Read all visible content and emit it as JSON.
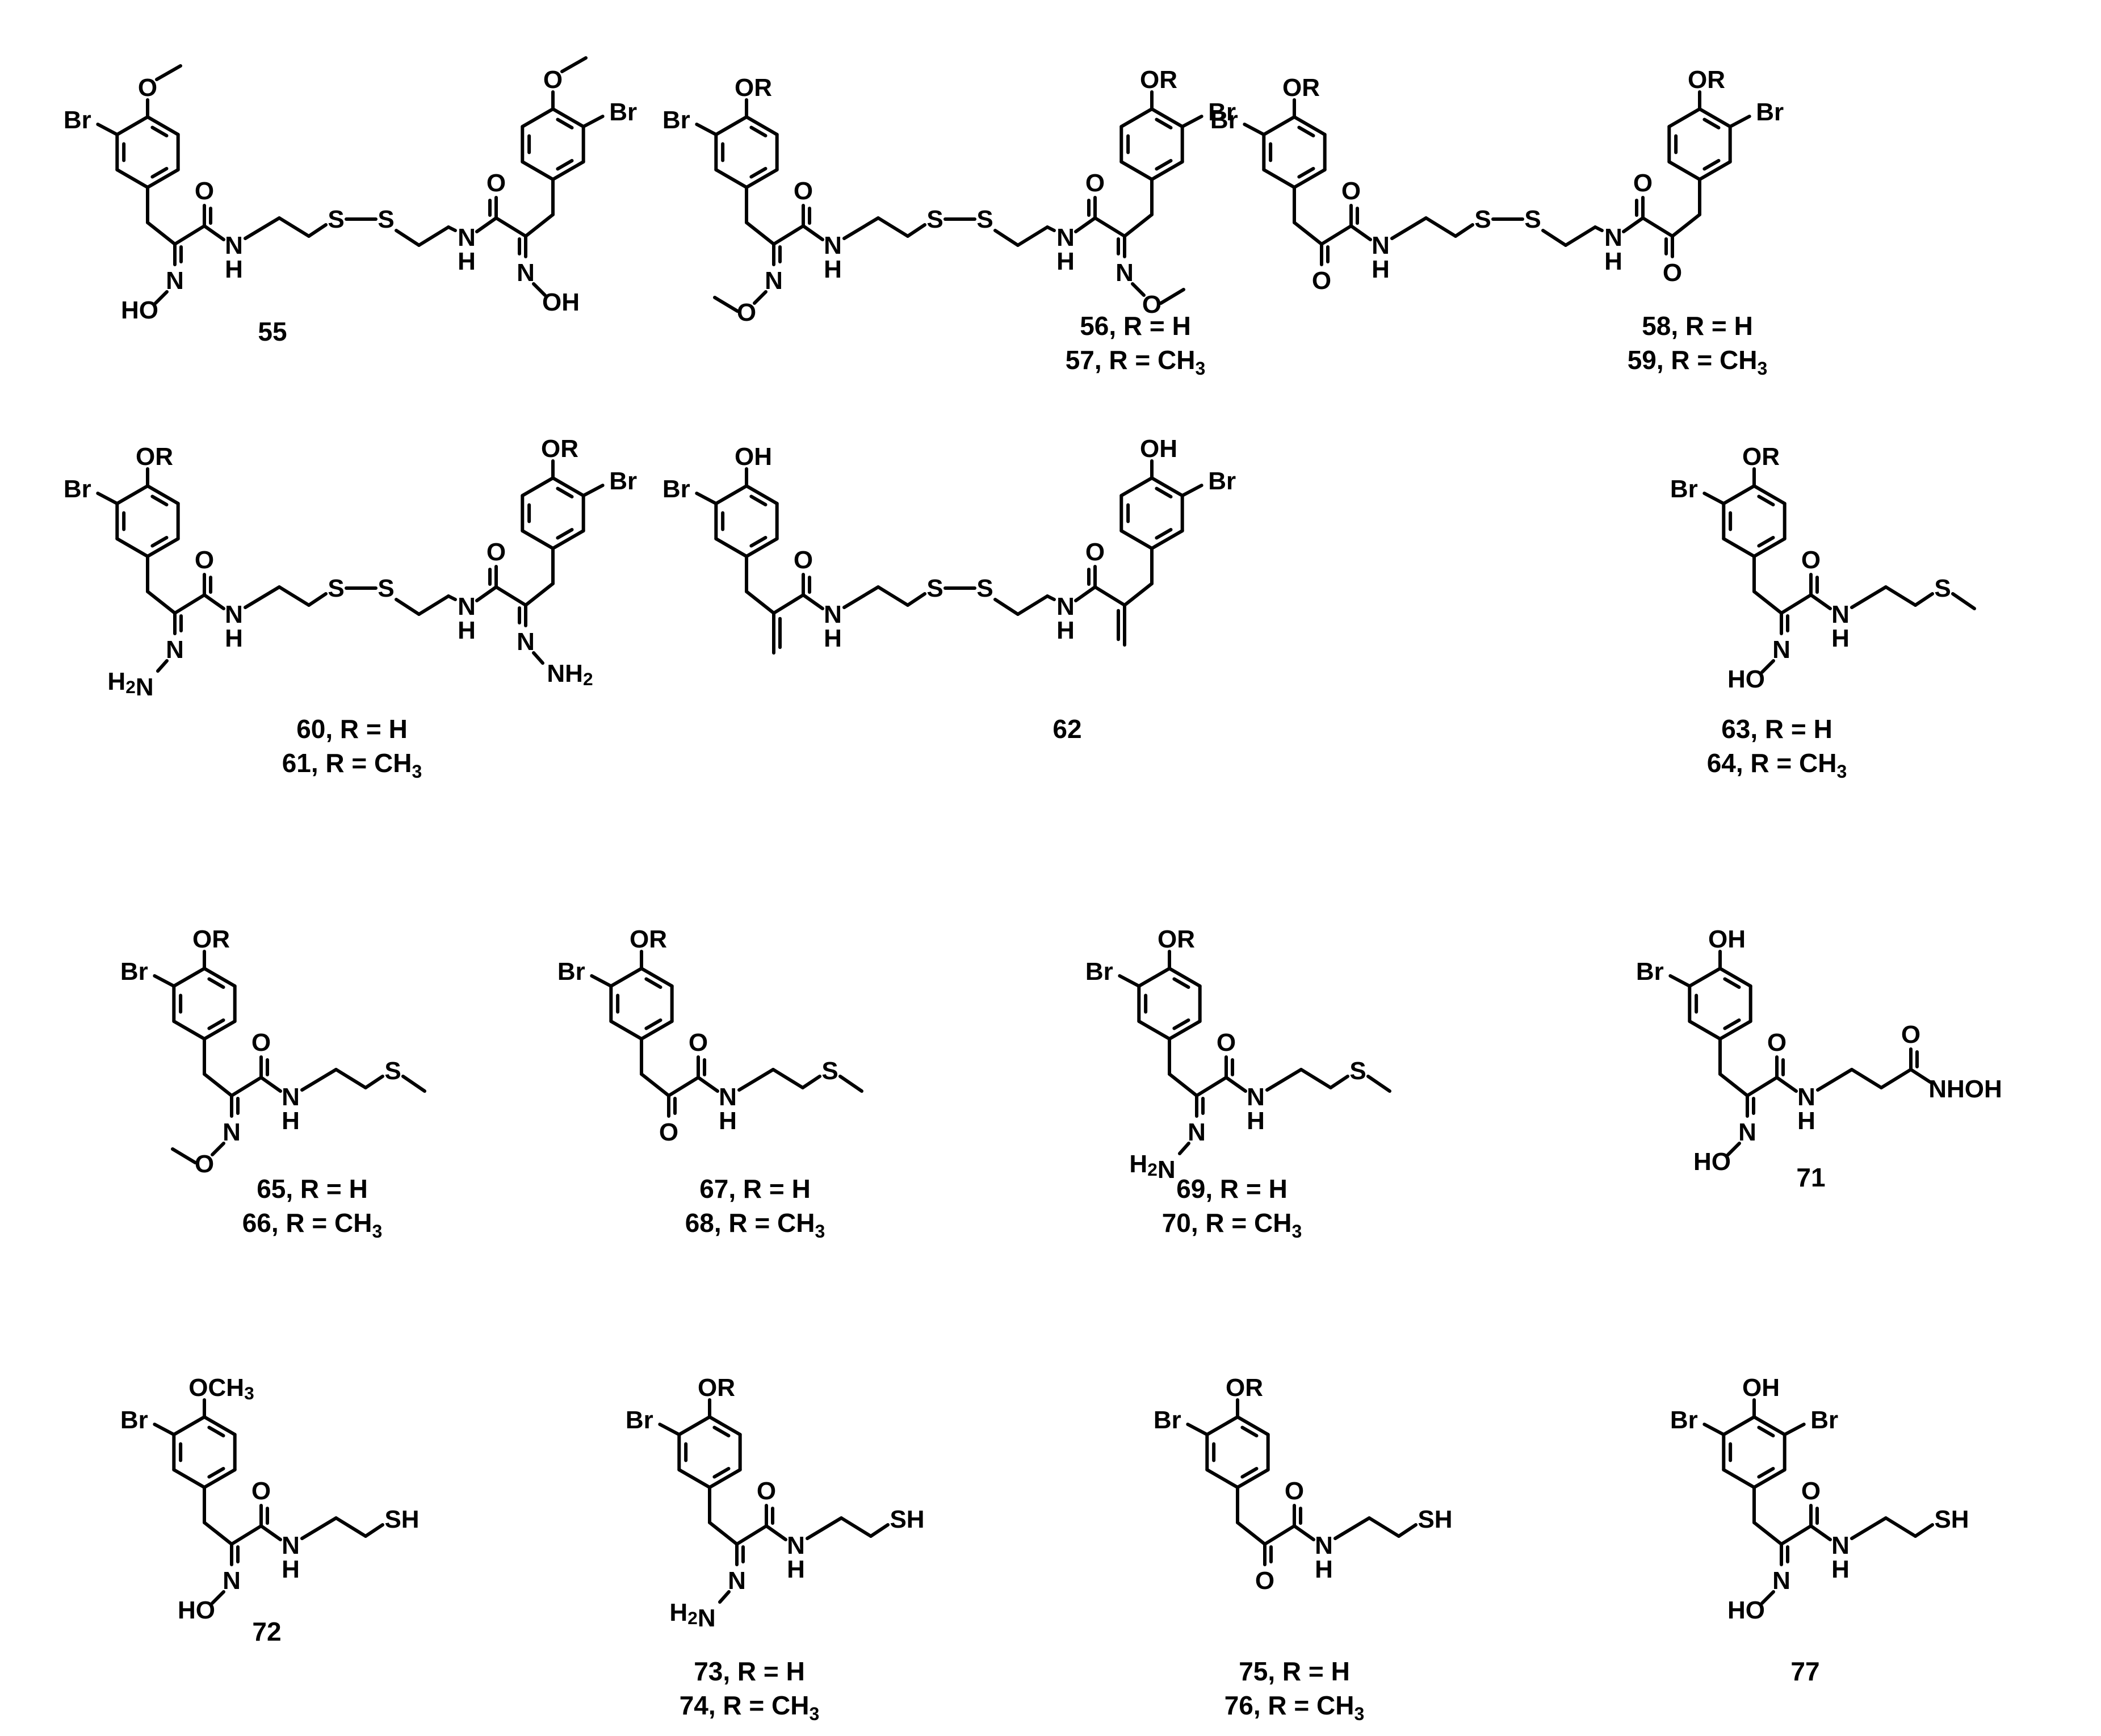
{
  "compounds": [
    {
      "id": "c55",
      "label_lines": [
        "55"
      ],
      "aryl": "mono",
      "ring_sub": "OMe",
      "ring_text": "",
      "link": "oxime-OH",
      "amine": "disulfide-dimer"
    },
    {
      "id": "c56",
      "label_lines": [
        "56, R = H",
        "57, R = CH3"
      ],
      "aryl": "mono",
      "ring_sub": "OR",
      "ring_text": "OR",
      "link": "oxime-OMe",
      "amine": "disulfide-dimer"
    },
    {
      "id": "c58",
      "label_lines": [
        "58, R = H",
        "59, R = CH3"
      ],
      "aryl": "mono",
      "ring_sub": "OR",
      "ring_text": "OR",
      "link": "keto",
      "amine": "disulfide-dimer"
    },
    {
      "id": "c60",
      "label_lines": [
        "60, R = H",
        "61, R = CH3"
      ],
      "aryl": "mono",
      "ring_sub": "OR",
      "ring_text": "OR",
      "link": "hydrazone",
      "amine": "disulfide-dimer"
    },
    {
      "id": "c62",
      "label_lines": [
        "62"
      ],
      "aryl": "mono",
      "ring_sub": "OH",
      "ring_text": "OH",
      "link": "methylene",
      "amine": "disulfide-dimer"
    },
    {
      "id": "c63",
      "label_lines": [
        "63, R = H",
        "64, R = CH3"
      ],
      "aryl": "mono",
      "ring_sub": "OR",
      "ring_text": "OR",
      "link": "oxime-OH",
      "amine": "SMe"
    },
    {
      "id": "c65",
      "label_lines": [
        "65, R = H",
        "66, R = CH3"
      ],
      "aryl": "mono",
      "ring_sub": "OR",
      "ring_text": "OR",
      "link": "oxime-OMe",
      "amine": "SMe"
    },
    {
      "id": "c67",
      "label_lines": [
        "67, R = H",
        "68, R = CH3"
      ],
      "aryl": "mono",
      "ring_sub": "OR",
      "ring_text": "OR",
      "link": "keto",
      "amine": "SMe"
    },
    {
      "id": "c69",
      "label_lines": [
        "69, R = H",
        "70, R = CH3"
      ],
      "aryl": "mono",
      "ring_sub": "OR",
      "ring_text": "OR",
      "link": "hydrazone",
      "amine": "SMe"
    },
    {
      "id": "c71",
      "label_lines": [
        "71"
      ],
      "aryl": "mono",
      "ring_sub": "OH",
      "ring_text": "OH",
      "link": "oxime-OH",
      "amine": "hydroxamate"
    },
    {
      "id": "c72",
      "label_lines": [
        "72"
      ],
      "aryl": "mono",
      "ring_sub": "OCH3",
      "ring_text": "OCH3",
      "link": "oxime-OH",
      "amine": "SH"
    },
    {
      "id": "c73",
      "label_lines": [
        "73, R = H",
        "74, R = CH3"
      ],
      "aryl": "mono",
      "ring_sub": "OR",
      "ring_text": "OR",
      "link": "hydrazone",
      "amine": "SH"
    },
    {
      "id": "c75",
      "label_lines": [
        "75, R = H",
        "76, R = CH3"
      ],
      "aryl": "mono",
      "ring_sub": "OR",
      "ring_text": "OR",
      "link": "keto",
      "amine": "SH"
    },
    {
      "id": "c77",
      "label_lines": [
        "77"
      ],
      "aryl": "di",
      "ring_sub": "OH",
      "ring_text": "OH",
      "link": "oxime-OH",
      "amine": "SH"
    }
  ],
  "atom_text": {
    "Br": "Br",
    "O": "O",
    "N": "N",
    "NH": "NH",
    "HO": "HO",
    "OH": "OH",
    "S": "S",
    "SH": "SH",
    "H2N": "H2N",
    "NH2": "NH2",
    "NHOH": "NHOH",
    "HN": "HN"
  }
}
